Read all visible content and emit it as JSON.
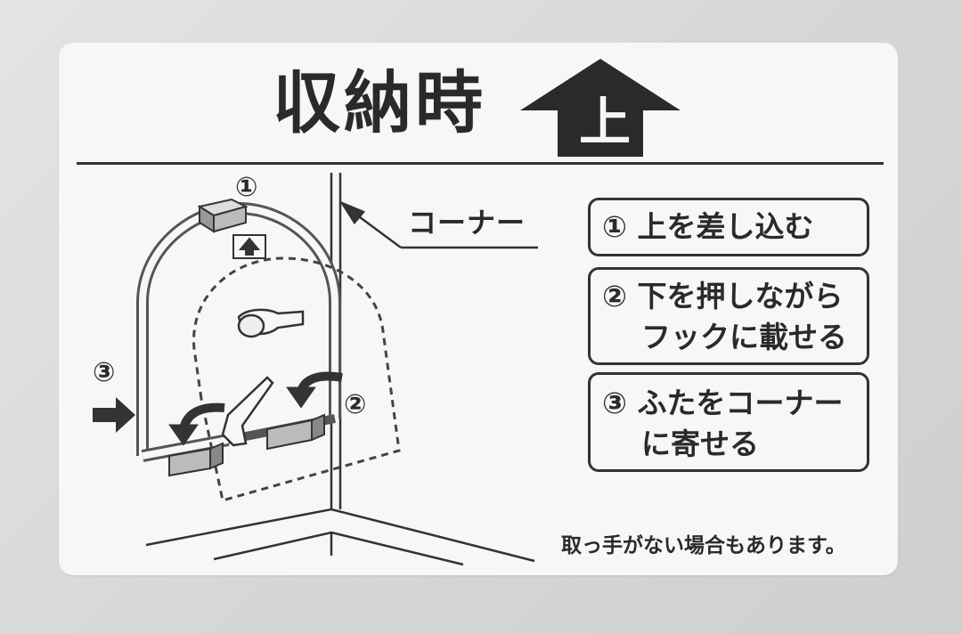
{
  "title": "収納時",
  "direction_label": "上",
  "corner_label": "コーナー",
  "markers": [
    "①",
    "②",
    "③"
  ],
  "steps": [
    {
      "number": "①",
      "lines": [
        "上を差し込む"
      ]
    },
    {
      "number": "②",
      "lines": [
        "下を押しながら",
        "フックに載せる"
      ]
    },
    {
      "number": "③",
      "lines": [
        "ふたをコーナー",
        "に寄せる"
      ]
    }
  ],
  "note": "取っ手がない場合もあります。",
  "colors": {
    "ink": "#2a2a2a",
    "sticker": "#f7f7f7",
    "background": "#d9d9d9"
  }
}
